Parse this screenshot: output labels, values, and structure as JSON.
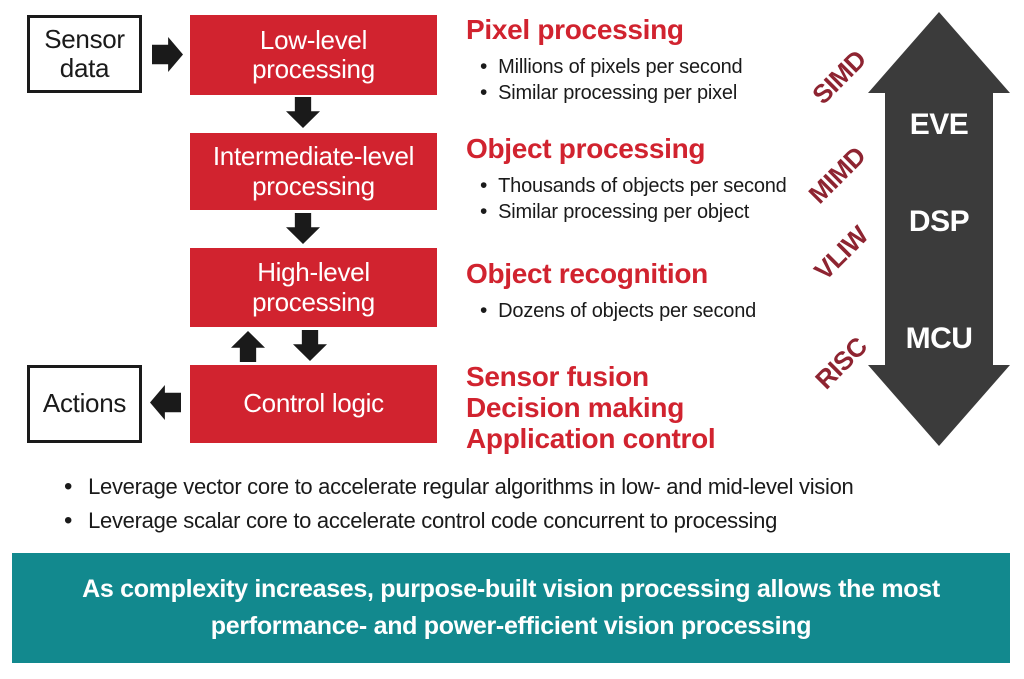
{
  "palette": {
    "red": "#d1232f",
    "teal": "#12898e",
    "dark": "#3b3b3b",
    "maroon": "#8e2431",
    "ink": "#1a1a1a"
  },
  "flow": {
    "input_label": "Sensor\ndata",
    "output_label": "Actions",
    "stages": [
      "Low-level\nprocessing",
      "Intermediate-level\nprocessing",
      "High-level\nprocessing",
      "Control logic"
    ]
  },
  "details": [
    {
      "heading": "Pixel processing",
      "bullets": [
        "Millions of pixels per second",
        "Similar processing per pixel"
      ]
    },
    {
      "heading": "Object processing",
      "bullets": [
        "Thousands of objects per second",
        "Similar processing per object"
      ]
    },
    {
      "heading": "Object recognition",
      "bullets": [
        "Dozens of objects per second"
      ]
    },
    {
      "heading": "Sensor fusion\nDecision making\nApplication control",
      "bullets": []
    }
  ],
  "architecture": {
    "cores": [
      "EVE",
      "DSP",
      "MCU"
    ],
    "isa": [
      "SIMD",
      "MIMD",
      "VLIW",
      "RISC"
    ]
  },
  "notes": [
    "Leverage vector core to accelerate regular algorithms in low- and mid-level vision",
    "Leverage scalar core to accelerate control code concurrent to processing"
  ],
  "banner": "As complexity increases, purpose-built vision processing allows the most\nperformance- and power-efficient vision processing"
}
